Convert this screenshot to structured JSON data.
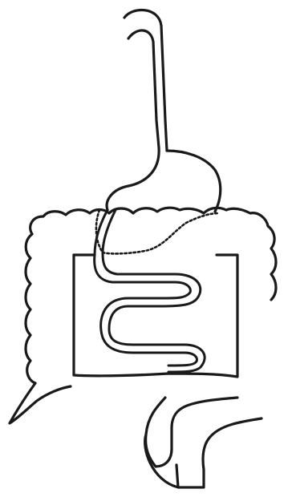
{
  "diagram": {
    "subject": "digestive-tract-outline",
    "parts": [
      {
        "id": "esophagus",
        "style": "solid"
      },
      {
        "id": "stomach",
        "style": "solid"
      },
      {
        "id": "pancreas",
        "style": "dotted"
      },
      {
        "id": "duodenum",
        "style": "solid"
      },
      {
        "id": "small-intestine",
        "style": "solid"
      },
      {
        "id": "large-intestine",
        "style": "solid"
      },
      {
        "id": "appendix",
        "style": "solid"
      },
      {
        "id": "rectum",
        "style": "solid"
      }
    ],
    "colors": {
      "background": "#ffffff",
      "line": "#1a1a1a"
    }
  }
}
